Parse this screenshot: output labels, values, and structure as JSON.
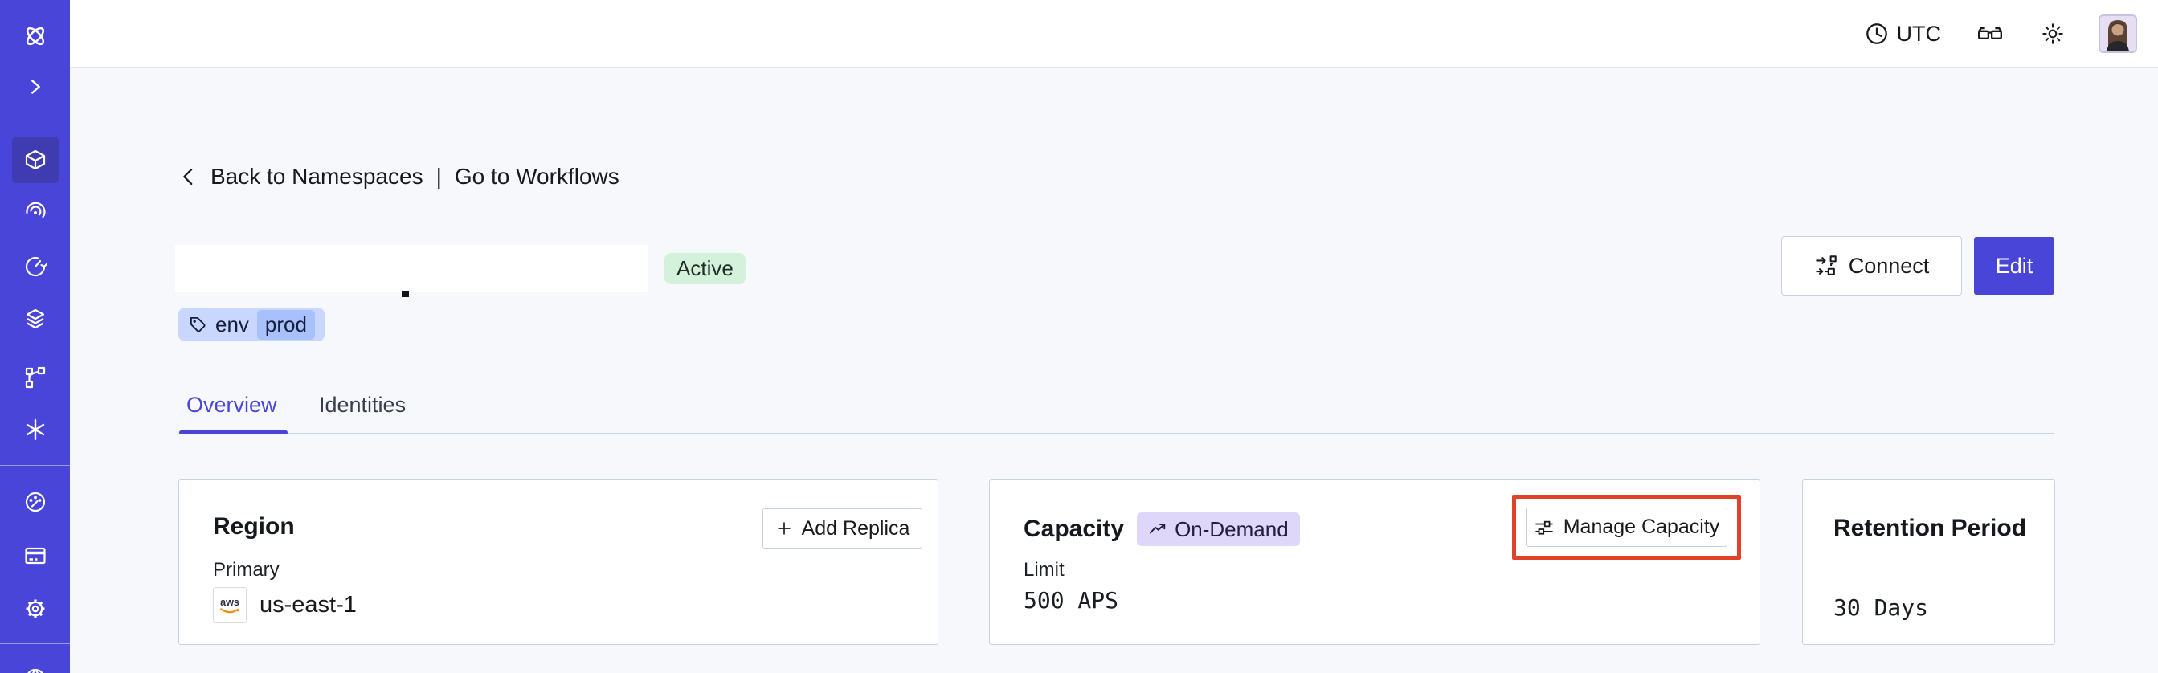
{
  "topbar": {
    "timezone": "UTC",
    "icons": [
      "clock-icon",
      "glasses-icon",
      "brightness-icon",
      "avatar"
    ]
  },
  "sidebar": {
    "active_item": "namespaces",
    "items": [
      "temporal-logo",
      "expand-sidebar",
      "namespaces",
      "workflows",
      "schedules",
      "deployments",
      "batch-operations",
      "nexus",
      "usage",
      "billing",
      "settings",
      "account"
    ]
  },
  "breadcrumb": {
    "back": "Back to Namespaces",
    "separator": "|",
    "go": "Go to Workflows"
  },
  "header": {
    "status": "Active",
    "tag_key": "env",
    "tag_value": "prod",
    "connect_label": "Connect",
    "edit_label": "Edit"
  },
  "tabs": {
    "overview": "Overview",
    "identities": "Identities"
  },
  "cards": {
    "region": {
      "title": "Region",
      "action": "Add Replica",
      "label": "Primary",
      "provider": "aws",
      "value": "us-east-1"
    },
    "capacity": {
      "title": "Capacity",
      "badge": "On-Demand",
      "action": "Manage Capacity",
      "label": "Limit",
      "value": "500 APS"
    },
    "retention": {
      "title": "Retention Period",
      "value": "30 Days"
    }
  },
  "colors": {
    "accent": "#4945d9",
    "sidebar_bg": "#4945d9",
    "sidebar_active_bg": "#3f3bb0",
    "status_badge_bg": "#d3f1db",
    "tag_bg": "#c9d6fd",
    "tag_chip_bg": "#a9c1fb",
    "ondemand_bg": "#ded7fa",
    "highlight_border": "#e0432a",
    "page_bg": "#f7f8fb"
  }
}
